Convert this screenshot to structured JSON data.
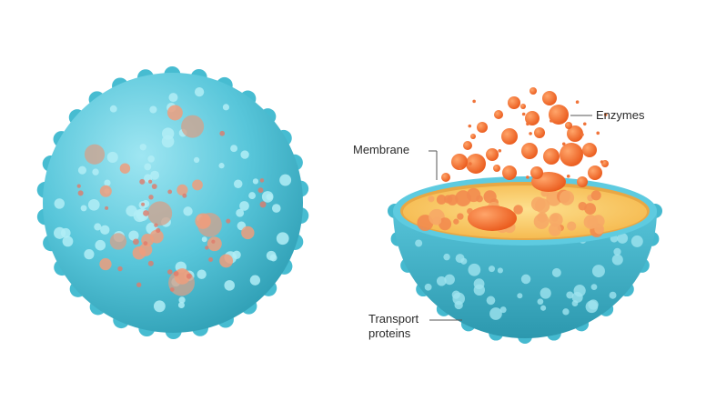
{
  "labels": {
    "enzymes": "Enzymes",
    "membrane": "Membrane",
    "transport_line1": "Transport",
    "transport_line2": "proteins"
  },
  "colors": {
    "sphere_light": "#8fe0ee",
    "sphere_mid": "#4fc3d7",
    "sphere_dark": "#2a97ad",
    "bump": "#49bfd4",
    "spot_light": "#a8ebf5",
    "interior": "#f7c15a",
    "interior_light": "#fde08f",
    "enzyme": "#f46523",
    "enzyme_light": "#ffa56a",
    "leader_line": "#555555"
  },
  "icons": {
    "whole_cell": "lysosome-sphere-icon",
    "cross_section": "lysosome-cross-section-icon"
  }
}
